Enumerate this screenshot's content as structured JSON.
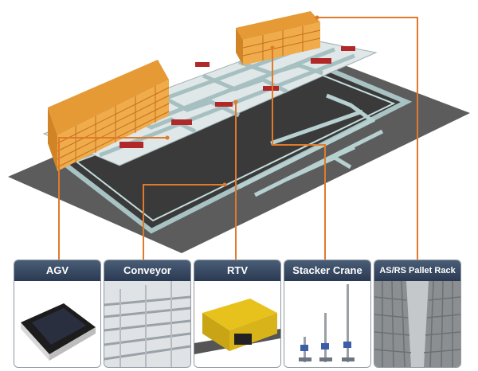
{
  "cards": [
    {
      "label": "AGV"
    },
    {
      "label": "Conveyor"
    },
    {
      "label": "RTV"
    },
    {
      "label": "Stacker Crane"
    },
    {
      "label": "AS/RS Pallet Rack"
    }
  ],
  "colors": {
    "card_header": "#2f3f58",
    "leader_line": "#e07a2a",
    "rack": "#e8982c",
    "floor": "#5a5a5a"
  }
}
